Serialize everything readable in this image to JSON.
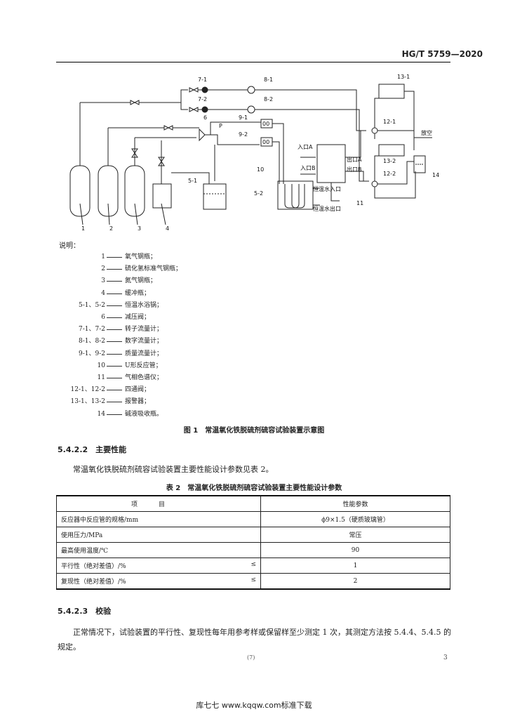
{
  "header": {
    "std_code": "HG/T 5759—2020"
  },
  "diagram": {
    "cylinder_labels": [
      "1",
      "2",
      "3"
    ],
    "buffer_label": "4",
    "bath1_label": "5-1",
    "bath2_label": "5-2",
    "valve6_label": "6",
    "p_label": "P",
    "rotameter_labels": [
      "7-1",
      "7-2"
    ],
    "digital_meter_labels": [
      "8-1",
      "8-2"
    ],
    "mass_meter_labels": [
      "9-1",
      "9-2"
    ],
    "mass_meter_symbol": "00",
    "utube_label": "10",
    "gc_label": "11",
    "fourway_labels": [
      "12-1",
      "12-2"
    ],
    "alarm_labels": [
      "13-1",
      "13-2"
    ],
    "absorber_label": "14",
    "inlet_a": "入口A",
    "inlet_b": "入口B",
    "outlet_a": "出口A",
    "outlet_b": "出口B",
    "water_in": "恒温水入口",
    "water_out": "恒温水出口",
    "vent": "放空"
  },
  "legend": {
    "heading": "说明：",
    "items": [
      {
        "num": "1",
        "desc": "氧气钢瓶；"
      },
      {
        "num": "2",
        "desc": "硫化氢标准气钢瓶；"
      },
      {
        "num": "3",
        "desc": "氮气钢瓶；"
      },
      {
        "num": "4",
        "desc": "缓冲瓶；"
      },
      {
        "num": "5-1、5-2",
        "desc": "恒温水浴锅；"
      },
      {
        "num": "6",
        "desc": "减压阀；"
      },
      {
        "num": "7-1、7-2",
        "desc": "转子流量计；"
      },
      {
        "num": "8-1、8-2",
        "desc": "数字流量计；"
      },
      {
        "num": "9-1、9-2",
        "desc": "质量流量计；"
      },
      {
        "num": "10",
        "desc": "U形反应管；"
      },
      {
        "num": "11",
        "desc": "气相色谱仪；"
      },
      {
        "num": "12-1、12-2",
        "desc": "四通阀；"
      },
      {
        "num": "13-1、13-2",
        "desc": "报警器；"
      },
      {
        "num": "14",
        "desc": "碱液吸收瓶。"
      }
    ]
  },
  "figure_caption": "图 1　常温氧化铁脱硫剂硫容试验装置示意图",
  "section_5422": {
    "heading": "5.4.2.2　主要性能",
    "paragraph": "常温氧化铁脱硫剂硫容试验装置主要性能设计参数见表 2。"
  },
  "table2": {
    "caption": "表 2　常温氧化铁脱硫剂硫容试验装置主要性能设计参数",
    "headers": [
      "项目",
      "性能参数"
    ],
    "rows": [
      {
        "item": "反应器中反应管的规格/mm",
        "cmp": "",
        "value": "ϕ9×1.5（硬质玻璃管）"
      },
      {
        "item": "使用压力/MPa",
        "cmp": "",
        "value": "常压"
      },
      {
        "item": "最高使用温度/℃",
        "cmp": "",
        "value": "90"
      },
      {
        "item": "平行性（绝对差值）/%",
        "cmp": "≤",
        "value": "1"
      },
      {
        "item": "复现性（绝对差值）/%",
        "cmp": "≤",
        "value": "2"
      }
    ]
  },
  "section_5423": {
    "heading": "5.4.2.3　校验",
    "paragraph": "正常情况下，试验装置的平行性、复现性每年用参考样或保留样至少测定 1 次，其测定方法按 5.4.4、5.4.5 的规定。"
  },
  "footer": {
    "page_mark": "(7)",
    "page_number": "3",
    "site": "库七七 www.kqqw.com标准下载"
  }
}
